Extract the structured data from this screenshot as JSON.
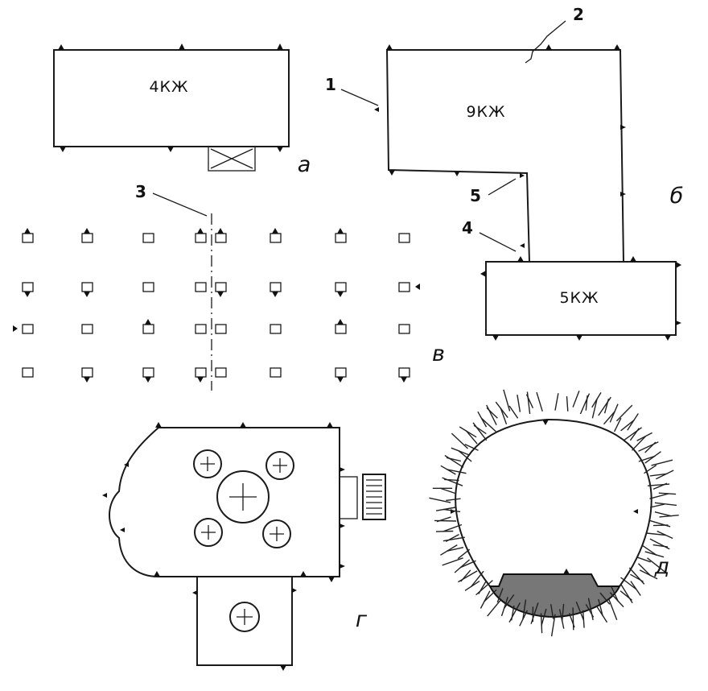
{
  "fig_a": {
    "label": "4КЖ",
    "panel": "а"
  },
  "fig_b": {
    "label_top": "9КЖ",
    "label_bottom": "5КЖ",
    "panel": "б",
    "callouts": [
      "1",
      "2",
      "5",
      "4"
    ]
  },
  "fig_v": {
    "panel": "в",
    "callout": "3"
  },
  "fig_g": {
    "panel": "г"
  },
  "fig_d": {
    "panel": "д"
  }
}
